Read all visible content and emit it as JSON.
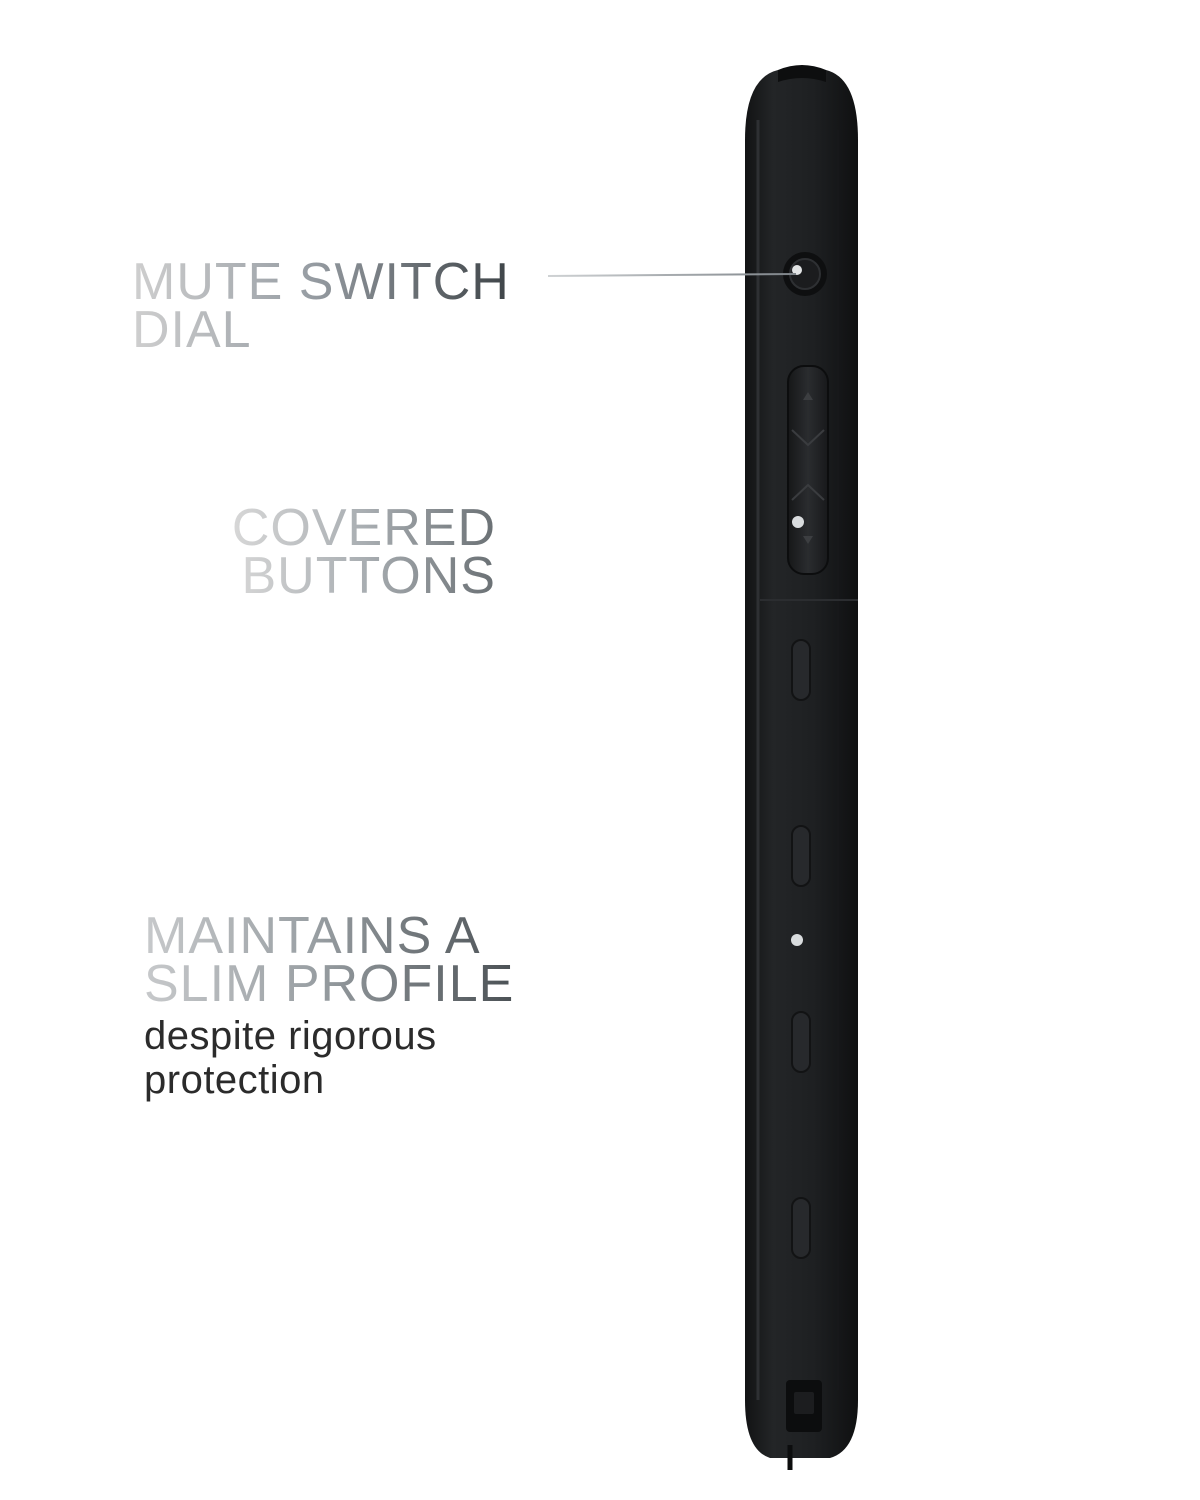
{
  "callouts": {
    "mute": {
      "line1": "MUTE SWITCH",
      "line2": "DIAL"
    },
    "buttons": {
      "line1": "COVERED",
      "line2": "BUTTONS"
    },
    "slim": {
      "line1": "MAINTAINS A",
      "line2": "SLIM PROFILE",
      "sub1": "despite rigorous",
      "sub2": "protection"
    }
  },
  "colors": {
    "case_body": "#1d1e20",
    "case_edge": "#0e0f10",
    "case_highlight": "#2c2e31",
    "leader_line": "#8f959a",
    "dot": "#d9dcde"
  }
}
